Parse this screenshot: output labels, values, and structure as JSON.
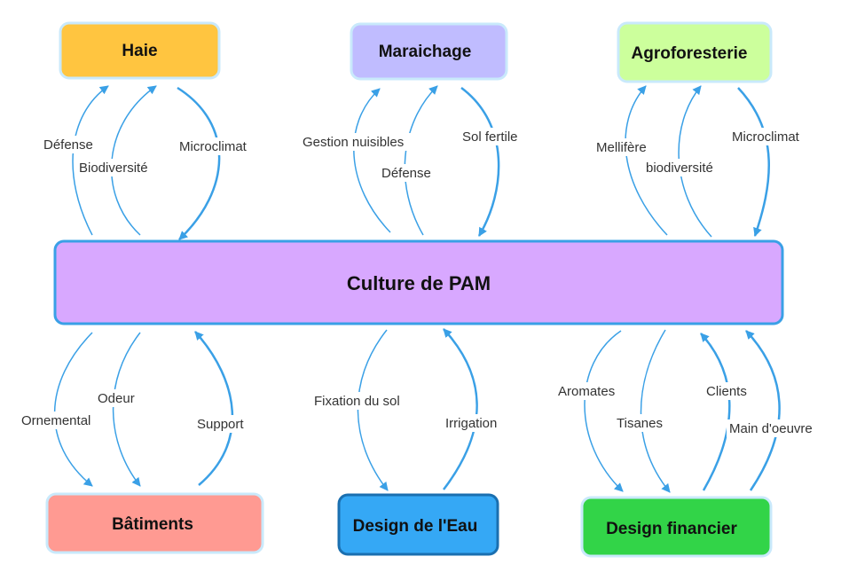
{
  "colors": {
    "arrow": "#3aa0e6",
    "center": "#d8a8ff",
    "center_border": "#3aa0e6",
    "haie": "#ffc540",
    "maraichage": "#c0bcff",
    "agroforesterie": "#ccff9c",
    "batiments": "#ff9a92",
    "eau": "#35a8f5",
    "financier": "#32d448",
    "light_border": "#c9e9fb",
    "dark_border": "#1a6fb0"
  },
  "nodes": {
    "center": "Culture de PAM",
    "haie": "Haie",
    "maraichage": "Maraichage",
    "agroforesterie": "Agroforesterie",
    "batiments": "Bâtiments",
    "eau": "Design de l'Eau",
    "financier": "Design financier"
  },
  "edges": {
    "haie_defense": "Défense",
    "haie_biodiversite": "Biodiversité",
    "haie_microclimat": "Microclimat",
    "mar_gestion": "Gestion nuisibles",
    "mar_defense": "Défense",
    "mar_sol": "Sol fertile",
    "agro_mellifere": "Mellifère",
    "agro_biodiversite": "biodiversité",
    "agro_microclimat": "Microclimat",
    "bat_ornemental": "Ornemental",
    "bat_odeur": "Odeur",
    "bat_support": "Support",
    "eau_fixation": "Fixation du sol",
    "eau_irrigation": "Irrigation",
    "fin_aromates": "Aromates",
    "fin_tisanes": "Tisanes",
    "fin_clients": "Clients",
    "fin_main": "Main d'oeuvre"
  }
}
